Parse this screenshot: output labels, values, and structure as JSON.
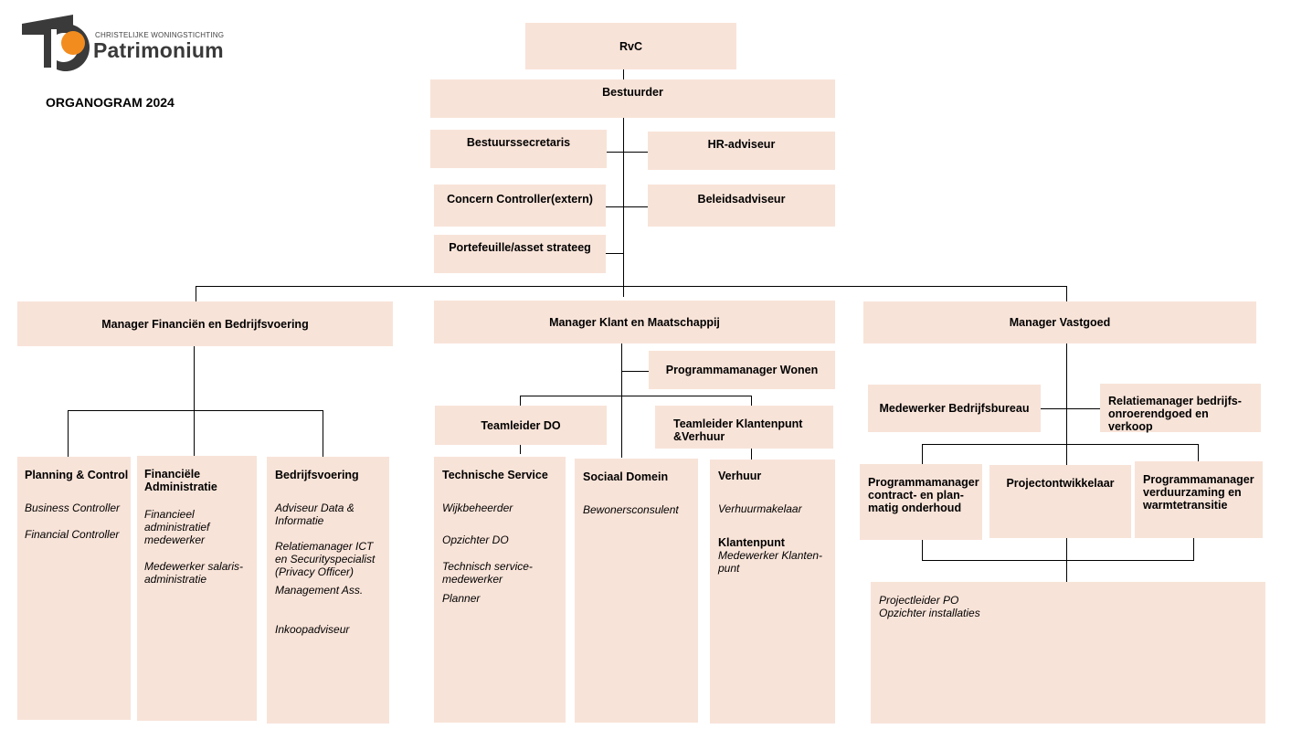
{
  "logo": {
    "subtitle": "CHRISTELIJKE WONINGSTICHTING",
    "name": "Patrimonium",
    "accent_color": "#f28c1e",
    "dark_color": "#3a3a3a"
  },
  "heading": "ORGANOGRAM 2024",
  "box_color": "#f8e3d8",
  "top": {
    "rvc": "RvC",
    "bestuurder": "Bestuurder",
    "bestuurssecretaris": "Bestuurssecretaris",
    "hr_adviseur": "HR-adviseur",
    "concern_controller": "Concern Controller(extern)",
    "beleidsadviseur": "Beleidsadviseur",
    "portefeuille": "Portefeuille/asset strateeg"
  },
  "managers": {
    "financien": "Manager Financiën en Bedrijfsvoering",
    "klant": "Manager Klant en Maatschappij",
    "vastgoed": "Manager Vastgoed"
  },
  "financien": {
    "planning": {
      "title": "Planning & Control",
      "items": [
        "Business Controller",
        "Financial Controller"
      ]
    },
    "administratie": {
      "title": "Financiële Administratie",
      "items": [
        "Financieel administratief medewerker",
        "Medewerker salaris-administratie"
      ]
    },
    "bedrijfsvoering": {
      "title": "Bedrijfsvoering",
      "items": [
        "Adviseur Data & Informatie",
        "Relatiemanager ICT en Securityspecialist (Privacy Officer)",
        "Management Ass.",
        "Inkoopadviseur"
      ]
    }
  },
  "klant": {
    "programmamanager_wonen": "Programmamanager Wonen",
    "teamleider_do": "Teamleider DO",
    "teamleider_klantenpunt": "Teamleider Klantenpunt &Verhuur",
    "technische_service": {
      "title": "Technische Service",
      "items": [
        "Wijkbeheerder",
        "Opzichter DO",
        "Technisch service-medewerker",
        "Planner"
      ]
    },
    "sociaal_domein": {
      "title": "Sociaal Domein",
      "items": [
        "Bewonersconsulent"
      ]
    },
    "verhuur": {
      "title": "Verhuur",
      "item": "Verhuurmakelaar",
      "sub_title": "Klantenpunt",
      "sub_item": "Medewerker Klanten-punt"
    }
  },
  "vastgoed": {
    "bedrijfsbureau": "Medewerker Bedrijfsbureau",
    "relatiemanager": "Relatiemanager bedrijfs-onroerendgoed en verkoop",
    "pm_onderhoud": "Programmamanager contract- en plan-matig onderhoud",
    "projectontwikkelaar": "Projectontwikkelaar",
    "pm_verduurzaming": "Programmamanager verduurzaming en warmtetransitie",
    "projectleider": "Projectleider PO",
    "opzichter": "Opzichter installaties"
  }
}
